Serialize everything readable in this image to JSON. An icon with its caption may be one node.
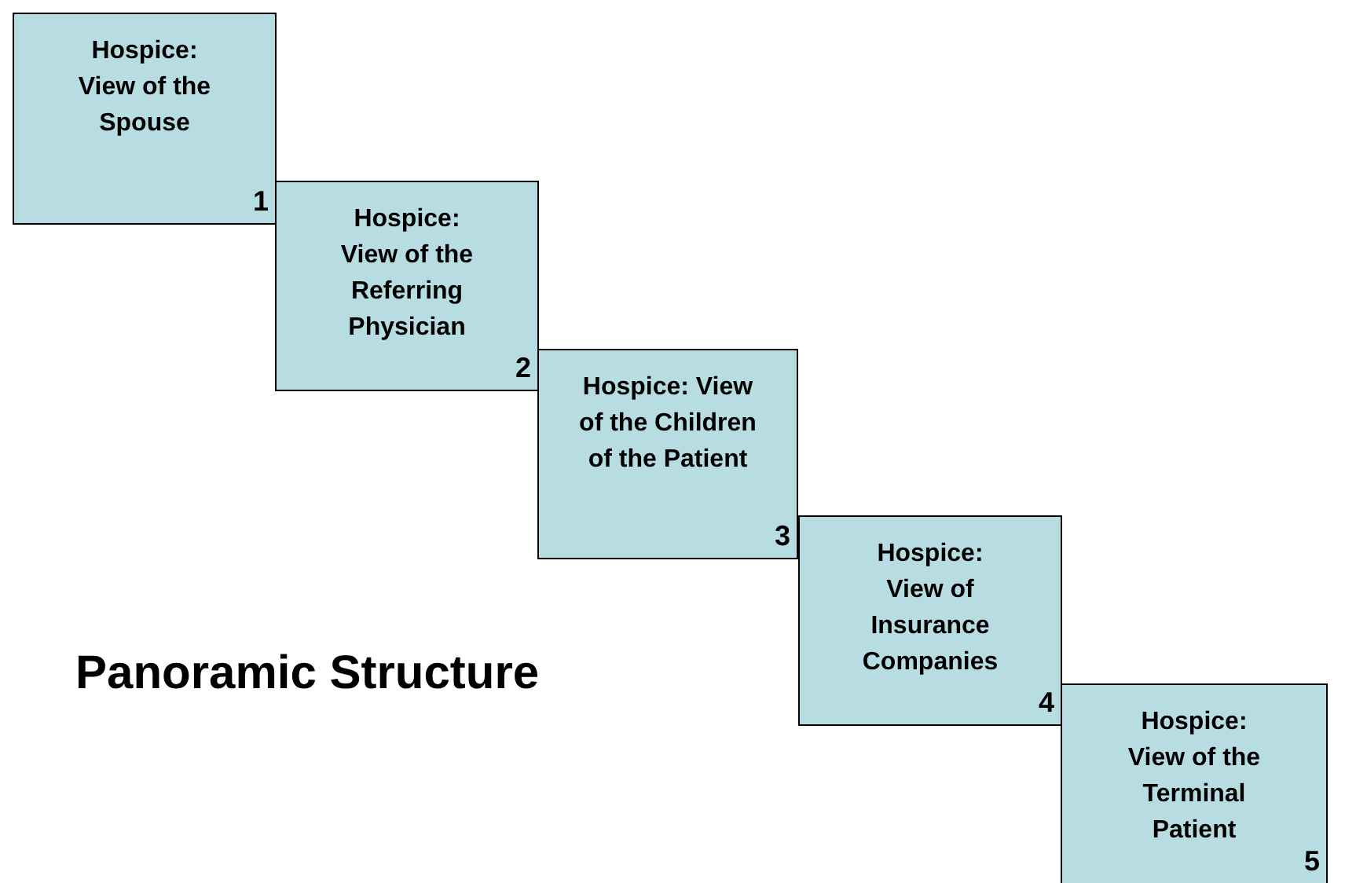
{
  "diagram": {
    "title": "Panoramic Structure",
    "nodes": [
      {
        "text": [
          "Hospice: View of the Spouse",
          "1"
        ]
      },
      {
        "text": [
          "Hospice: View of the Referring Physician",
          "2"
        ]
      },
      {
        "text": [
          "Hospice: View of the Children of the Patient",
          "3"
        ]
      },
      {
        "text": [
          "Hospice: View of Insurance Companies",
          "4"
        ]
      },
      {
        "text": [
          "Hospice: View of the Terminal Patient",
          "5"
        ]
      }
    ],
    "edges": []
  }
}
